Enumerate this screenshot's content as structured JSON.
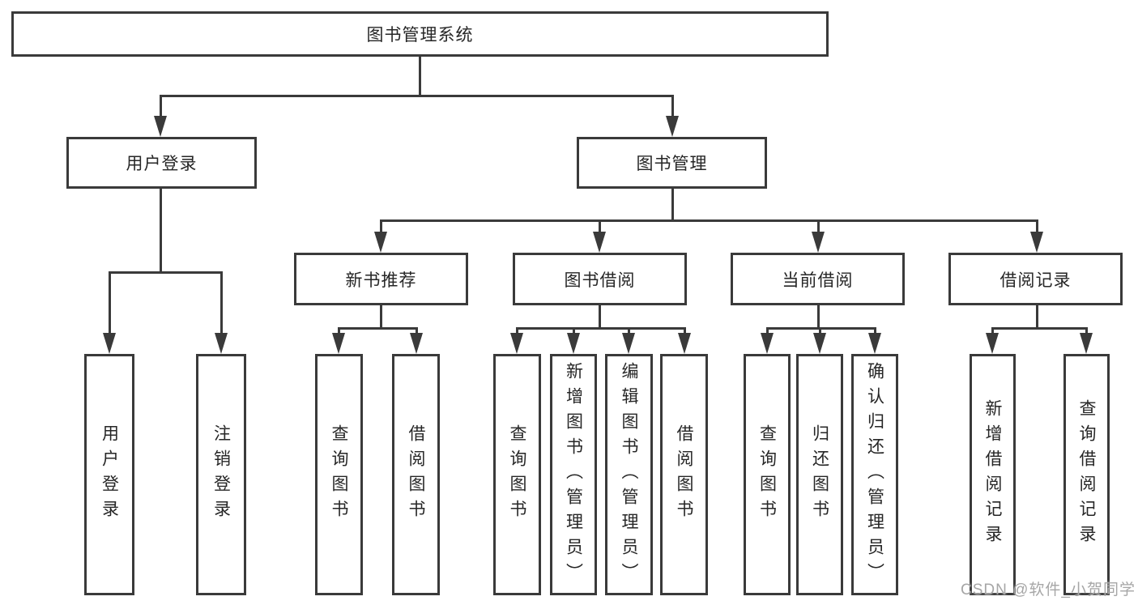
{
  "diagram": {
    "type": "hierarchy-tree",
    "colors": {
      "line": "#3a3a3a",
      "text": "#262626",
      "background": "#ffffff",
      "watermark": "#a6a6a6"
    },
    "root": {
      "label": "图书管理系统"
    },
    "level2": {
      "user_login": {
        "label": "用户登录"
      },
      "book_mgmt": {
        "label": "图书管理"
      }
    },
    "level3": {
      "new_book": {
        "label": "新书推荐"
      },
      "borrow": {
        "label": "图书借阅"
      },
      "current": {
        "label": "当前借阅"
      },
      "records": {
        "label": "借阅记录"
      }
    },
    "leaves": {
      "login_user": {
        "label": "用户登录",
        "parent": "用户登录"
      },
      "login_logout": {
        "label": "注销登录",
        "parent": "用户登录"
      },
      "rec_query": {
        "label": "查询图书",
        "parent": "新书推荐"
      },
      "rec_borrow": {
        "label": "借阅图书",
        "parent": "新书推荐"
      },
      "bor_query": {
        "label": "查询图书",
        "parent": "图书借阅"
      },
      "bor_add": {
        "label": "新增图书（管理员）",
        "parent": "图书借阅"
      },
      "bor_edit": {
        "label": "编辑图书（管理员）",
        "parent": "图书借阅"
      },
      "bor_borrow": {
        "label": "借阅图书",
        "parent": "图书借阅"
      },
      "cur_query": {
        "label": "查询图书",
        "parent": "当前借阅"
      },
      "cur_return": {
        "label": "归还图书",
        "parent": "当前借阅"
      },
      "cur_confirm": {
        "label": "确认归还（管理员）",
        "parent": "当前借阅"
      },
      "recd_add": {
        "label": "新增借阅记录",
        "parent": "借阅记录"
      },
      "recd_query": {
        "label": "查询借阅记录",
        "parent": "借阅记录"
      }
    }
  },
  "watermark": {
    "text": "CSDN @软件_小贺同学"
  }
}
